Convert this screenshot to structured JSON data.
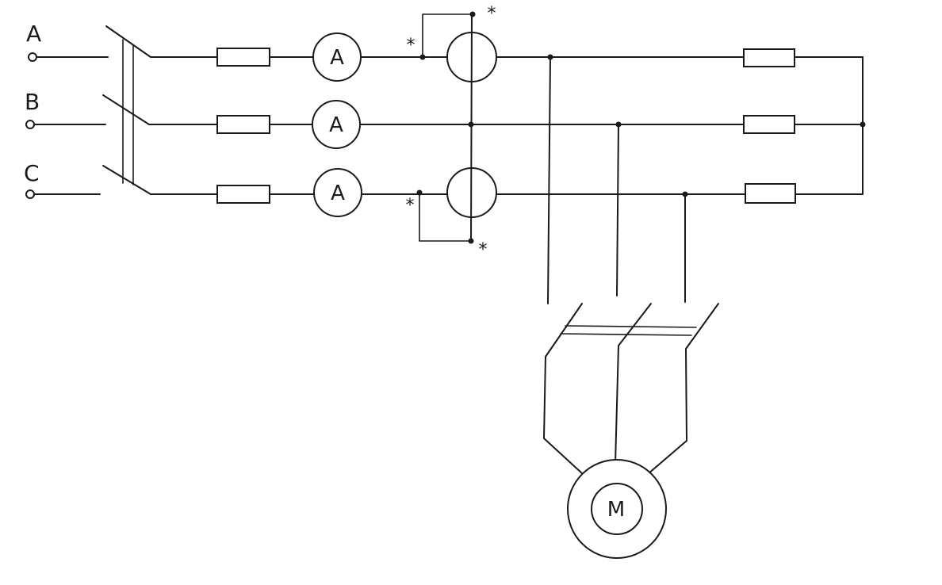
{
  "phases": [
    {
      "id": "A",
      "label": "A"
    },
    {
      "id": "B",
      "label": "B"
    },
    {
      "id": "C",
      "label": "C"
    }
  ],
  "ammeter_label": "A",
  "wattmeter_polarity_mark": "*",
  "motor_label": "M",
  "colors": {
    "ink": "#1a1a1a",
    "background": "#ffffff"
  }
}
